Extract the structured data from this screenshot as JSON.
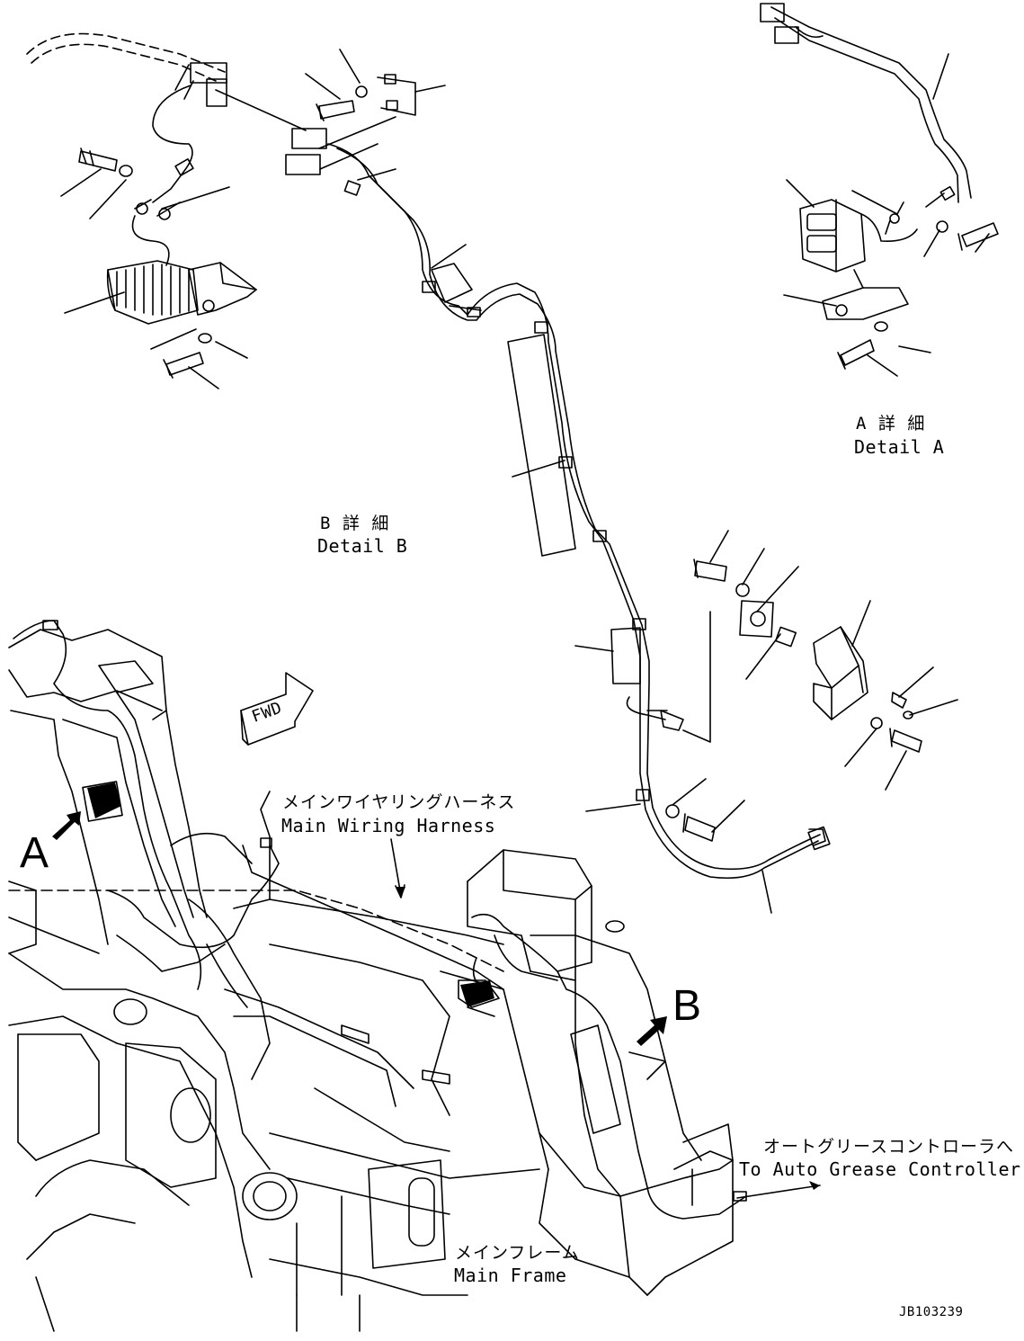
{
  "labels": {
    "detail_a_jp": "A 詳 細",
    "detail_a_en": "Detail A",
    "detail_b_jp": "B 詳 細",
    "detail_b_en": "Detail B",
    "fwd": "FWD",
    "main_harness_jp": "メインワイヤリングハーネス",
    "main_harness_en": "Main Wiring Harness",
    "marker_a": "A",
    "marker_b": "B",
    "auto_grease_jp": "オートグリースコントローラへ",
    "auto_grease_en": "To Auto Grease Controller",
    "main_frame_jp": "メインフレーム",
    "main_frame_en": "Main Frame",
    "drawing_code": "JB103239"
  },
  "colors": {
    "line": "#000000",
    "background": "#ffffff"
  }
}
